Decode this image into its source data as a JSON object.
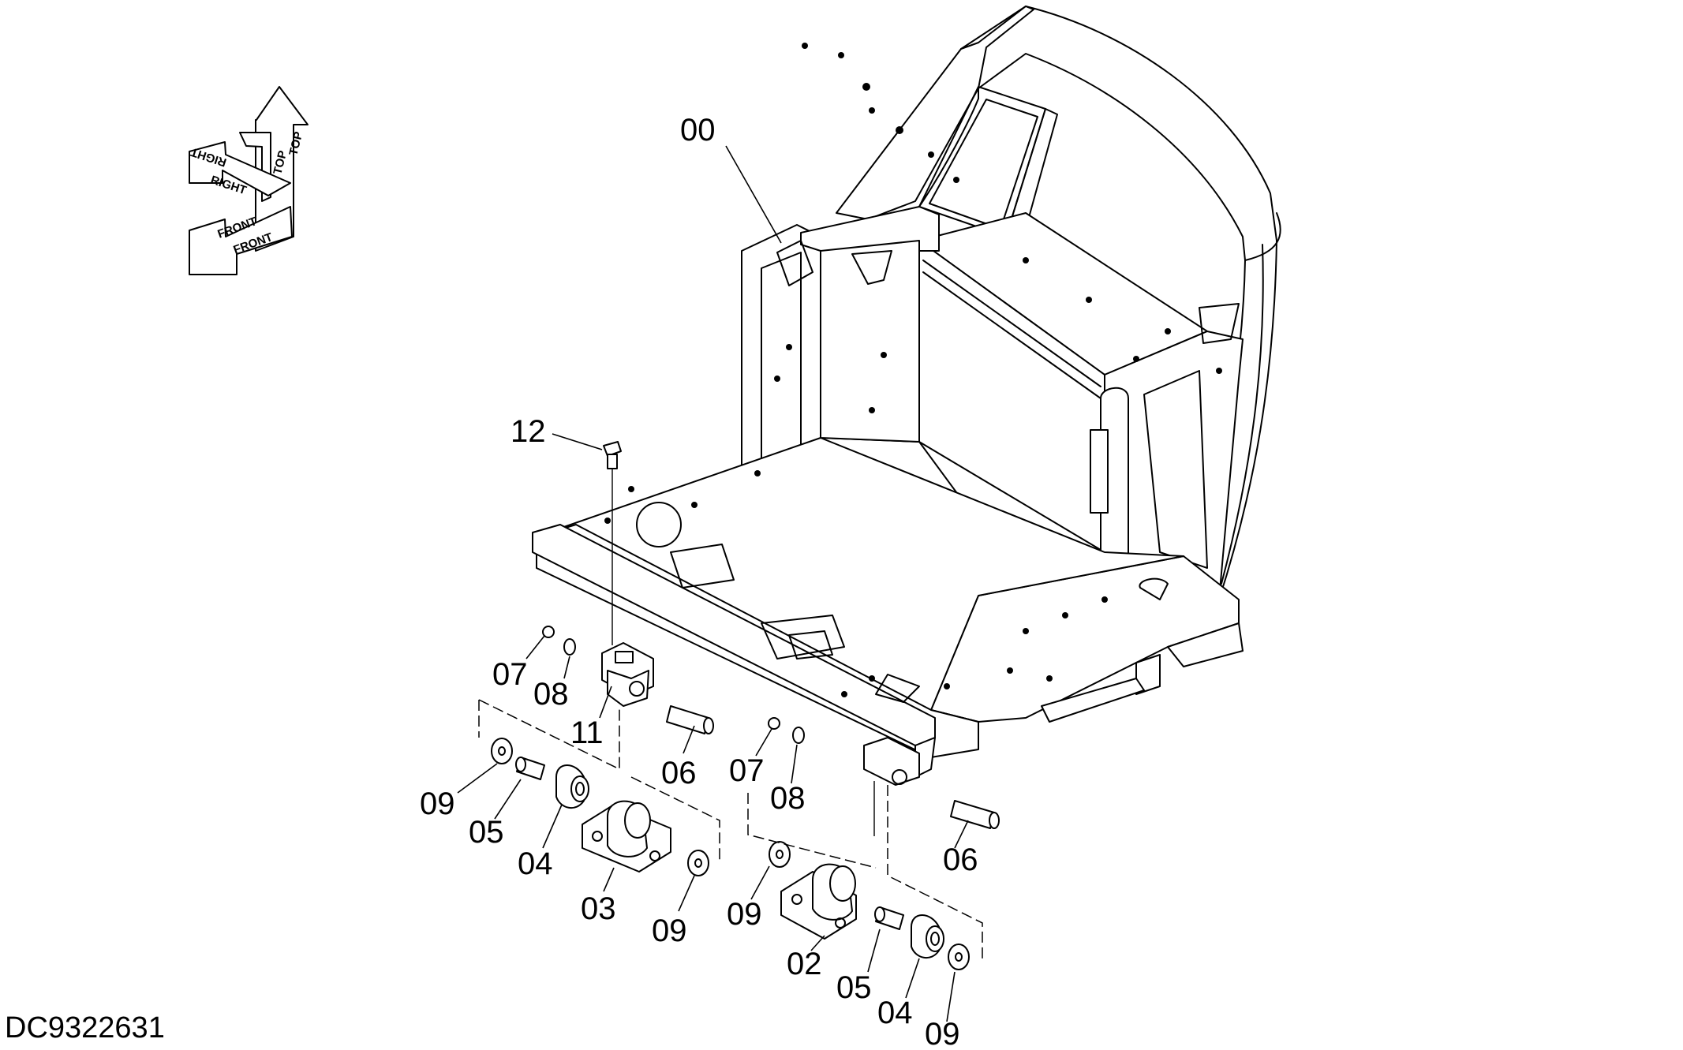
{
  "document_id": "DC9322631",
  "orientation_labels": [
    "TOP",
    "TOP",
    "RIGHT",
    "RIGHT",
    "FRONT",
    "FRONT"
  ],
  "callouts": [
    "00",
    "12",
    "07",
    "08",
    "11",
    "06",
    "09",
    "05",
    "04",
    "03",
    "09",
    "07",
    "08",
    "06",
    "09",
    "02",
    "05",
    "04",
    "09"
  ]
}
